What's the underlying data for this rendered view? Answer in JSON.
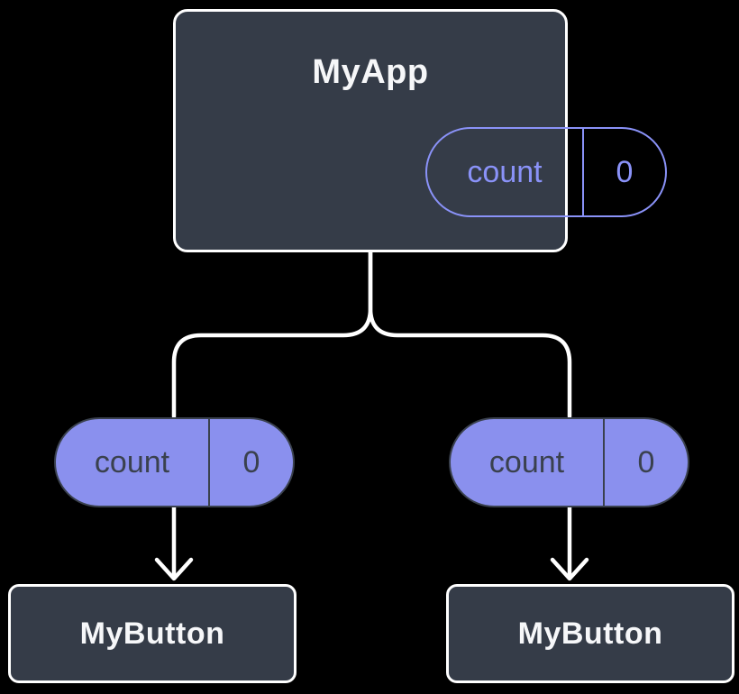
{
  "diagram": {
    "description": "Component tree diagram: parent app holding count state passed as props to two child buttons",
    "root": {
      "title": "MyApp",
      "prop": {
        "label": "count",
        "value": "0"
      }
    },
    "left_prop": {
      "label": "count",
      "value": "0"
    },
    "right_prop": {
      "label": "count",
      "value": "0"
    },
    "left_child": {
      "title": "MyButton"
    },
    "right_child": {
      "title": "MyButton"
    },
    "colors": {
      "bg": "#000000",
      "node_fill": "#353C48",
      "node_border": "#FFFFFF",
      "node_text": "#F6F7F9",
      "pill_fill": "#8A90EE",
      "pill_dark": "#3A414E",
      "pill_outline": "#8A92F8",
      "connector": "#FFFFFF"
    }
  }
}
